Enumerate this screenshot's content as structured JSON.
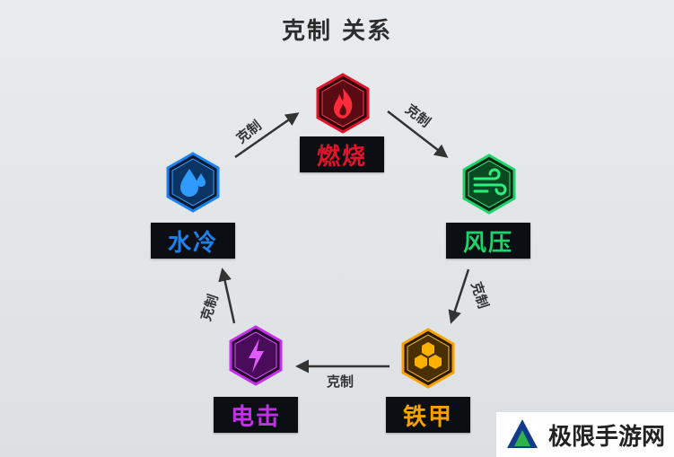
{
  "title": "克制 关系",
  "colors": {
    "fire": "#e0142a",
    "wind": "#1fd26a",
    "armor": "#f5a200",
    "electric": "#c330e8",
    "water": "#1d82ee",
    "arrow": "#333333"
  },
  "nodes": [
    {
      "id": "fire",
      "label": "燃烧",
      "icon": "flame-icon"
    },
    {
      "id": "wind",
      "label": "风压",
      "icon": "wind-icon"
    },
    {
      "id": "armor",
      "label": "铁甲",
      "icon": "honeycomb-icon"
    },
    {
      "id": "electric",
      "label": "电击",
      "icon": "lightning-icon"
    },
    {
      "id": "water",
      "label": "水冷",
      "icon": "droplet-icon"
    }
  ],
  "edges": [
    {
      "from": "fire",
      "to": "wind",
      "label": "克制"
    },
    {
      "from": "wind",
      "to": "armor",
      "label": "克制"
    },
    {
      "from": "armor",
      "to": "electric",
      "label": "克制"
    },
    {
      "from": "electric",
      "to": "water",
      "label": "克制"
    },
    {
      "from": "water",
      "to": "fire",
      "label": "克制"
    }
  ],
  "watermark": {
    "text": "极限手游网"
  }
}
